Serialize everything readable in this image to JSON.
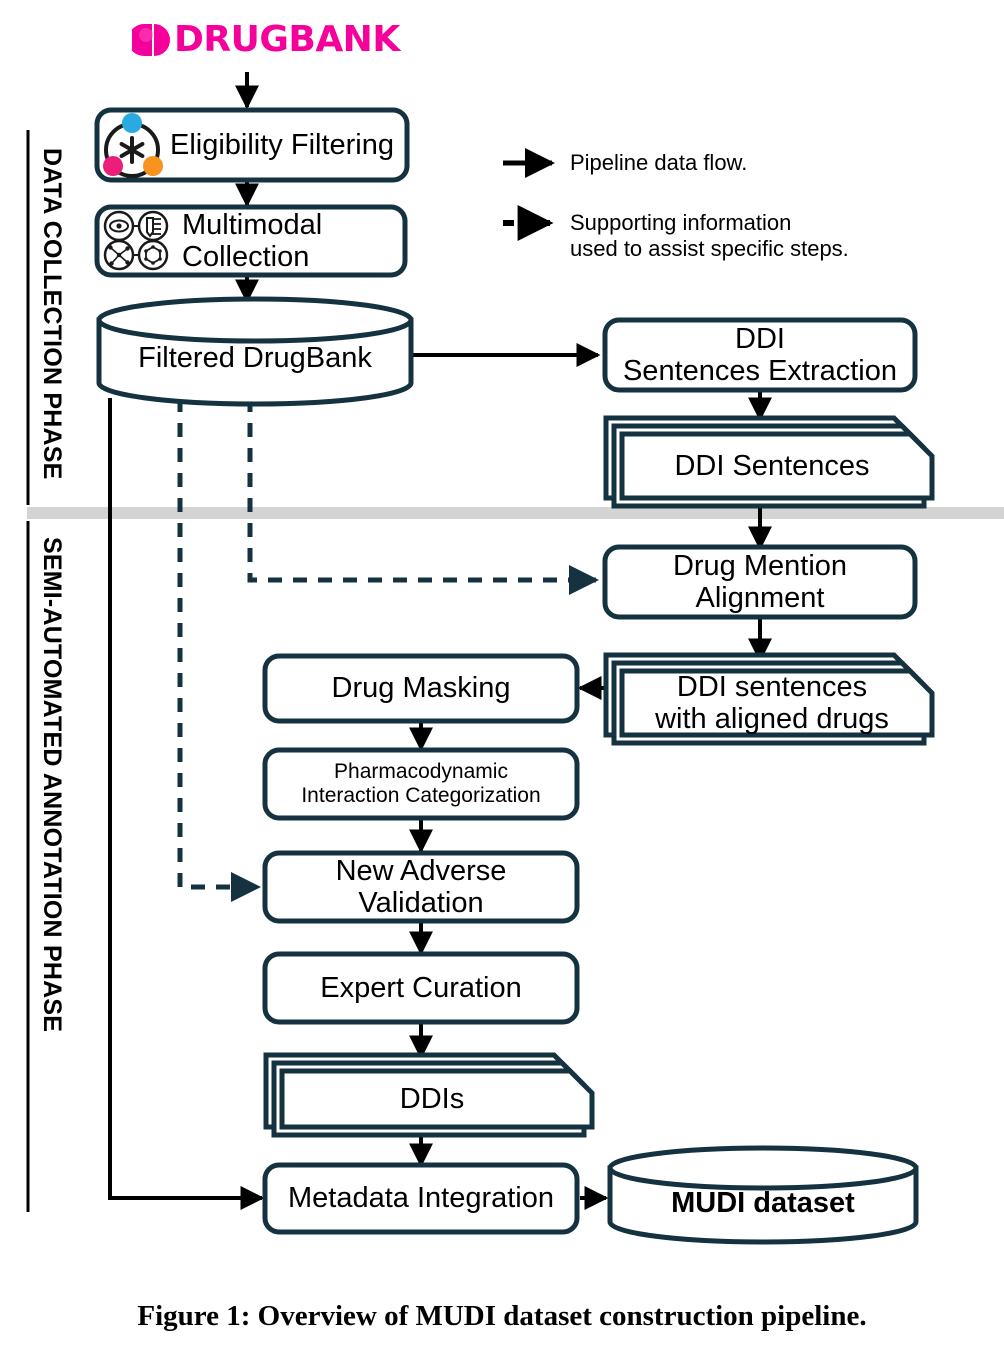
{
  "figure": {
    "caption": "Figure 1: Overview of MUDI dataset construction pipeline.",
    "source_logo": "DRUGBANK",
    "logo_color": "#F5009B",
    "stroke_color": "#14323F",
    "divider_color": "#D4D4D4"
  },
  "phases": [
    {
      "id": "data-collection",
      "label": "DATA COLLECTION PHASE"
    },
    {
      "id": "semi-automated",
      "label": "SEMI-AUTOMATED ANNOTATION PHASE"
    }
  ],
  "legend": {
    "items": [
      {
        "style": "solid",
        "label": "Pipeline data flow."
      },
      {
        "style": "dashed",
        "label": "Supporting information\nused to assist specific steps."
      }
    ]
  },
  "nodes": [
    {
      "id": "eligibility-filtering",
      "label": "Eligibility Filtering",
      "shape": "rounded-rect",
      "icon": "eligibility-filter-icon"
    },
    {
      "id": "multimodal-collection",
      "label": "Multimodal\nCollection",
      "shape": "rounded-rect",
      "icon": "multimodal-icon"
    },
    {
      "id": "filtered-drugbank",
      "label": "Filtered DrugBank",
      "shape": "cylinder"
    },
    {
      "id": "ddi-sentences-extraction",
      "label": "DDI\nSentences Extraction",
      "shape": "rounded-rect"
    },
    {
      "id": "ddi-sentences",
      "label": "DDI Sentences",
      "shape": "stacked-document"
    },
    {
      "id": "drug-mention-alignment",
      "label": "Drug Mention\nAlignment",
      "shape": "rounded-rect"
    },
    {
      "id": "ddi-sentences-aligned",
      "label": "DDI sentences\nwith aligned drugs",
      "shape": "stacked-document"
    },
    {
      "id": "drug-masking",
      "label": "Drug Masking",
      "shape": "rounded-rect"
    },
    {
      "id": "pd-interaction-categorization",
      "label": "Pharmacodynamic\nInteraction Categorization",
      "shape": "rounded-rect"
    },
    {
      "id": "new-adverse-validation",
      "label": "New Adverse\nValidation",
      "shape": "rounded-rect"
    },
    {
      "id": "expert-curation",
      "label": "Expert Curation",
      "shape": "rounded-rect"
    },
    {
      "id": "ddis",
      "label": "DDIs",
      "shape": "stacked-document"
    },
    {
      "id": "metadata-integration",
      "label": "Metadata Integration",
      "shape": "rounded-rect"
    },
    {
      "id": "mudi-dataset",
      "label": "MUDI dataset",
      "shape": "cylinder",
      "bold": true
    }
  ],
  "edges": [
    {
      "from": "DRUGBANK",
      "to": "eligibility-filtering",
      "style": "solid"
    },
    {
      "from": "eligibility-filtering",
      "to": "multimodal-collection",
      "style": "solid"
    },
    {
      "from": "multimodal-collection",
      "to": "filtered-drugbank",
      "style": "solid"
    },
    {
      "from": "filtered-drugbank",
      "to": "ddi-sentences-extraction",
      "style": "solid"
    },
    {
      "from": "ddi-sentences-extraction",
      "to": "ddi-sentences",
      "style": "solid"
    },
    {
      "from": "ddi-sentences",
      "to": "drug-mention-alignment",
      "style": "solid"
    },
    {
      "from": "filtered-drugbank",
      "to": "drug-mention-alignment",
      "style": "dashed"
    },
    {
      "from": "drug-mention-alignment",
      "to": "ddi-sentences-aligned",
      "style": "solid"
    },
    {
      "from": "ddi-sentences-aligned",
      "to": "drug-masking",
      "style": "solid"
    },
    {
      "from": "drug-masking",
      "to": "pd-interaction-categorization",
      "style": "solid"
    },
    {
      "from": "pd-interaction-categorization",
      "to": "new-adverse-validation",
      "style": "solid"
    },
    {
      "from": "filtered-drugbank",
      "to": "new-adverse-validation",
      "style": "dashed"
    },
    {
      "from": "new-adverse-validation",
      "to": "expert-curation",
      "style": "solid"
    },
    {
      "from": "expert-curation",
      "to": "ddis",
      "style": "solid"
    },
    {
      "from": "ddis",
      "to": "metadata-integration",
      "style": "solid"
    },
    {
      "from": "filtered-drugbank",
      "to": "metadata-integration",
      "style": "solid"
    },
    {
      "from": "metadata-integration",
      "to": "mudi-dataset",
      "style": "solid"
    }
  ],
  "icons": {
    "eligibility_colors": {
      "top": "#29ABE2",
      "left": "#EC1E79",
      "right": "#F7931E"
    }
  }
}
